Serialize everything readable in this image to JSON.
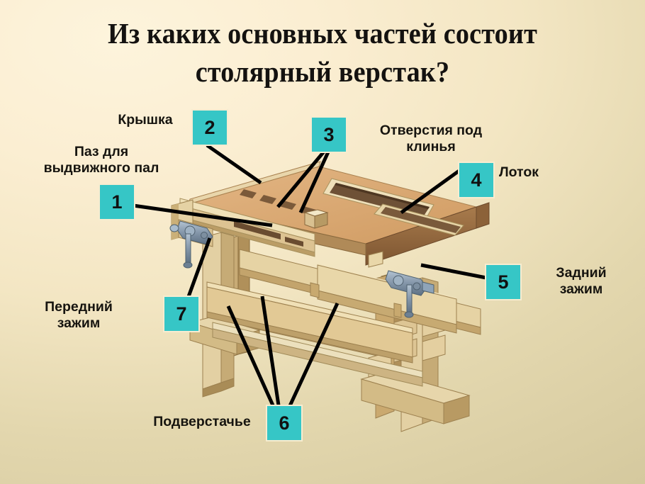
{
  "slide": {
    "title": "Из каких основных частей состоит\nстолярный верстак?",
    "background_top_left": "#fdf4dc",
    "background_bottom_right": "#d3c79c",
    "accent_color": "#36c6c6",
    "text_color": "#16140f"
  },
  "callouts": [
    {
      "number": "1",
      "label": "Паз для выдвижного пал"
    },
    {
      "number": "2",
      "label": "Крышка"
    },
    {
      "number": "3",
      "label": "Отверстия под клинья"
    },
    {
      "number": "4",
      "label": "Лоток"
    },
    {
      "number": "5",
      "label": "Задний зажим"
    },
    {
      "number": "6",
      "label": "Подверстачье"
    },
    {
      "number": "7",
      "label": "Передний зажим"
    }
  ],
  "labels": {
    "kryshka": "Крышка",
    "paz": "Паз для выдвижного пал",
    "otverstiya": "Отверстия под клинья",
    "lotok": "Лоток",
    "zadniy_zazhim": "Задний зажим",
    "peredniy_zazhim": "Передний зажим",
    "podverstachye": "Подверстачье"
  },
  "numbers": {
    "n1": "1",
    "n2": "2",
    "n3": "3",
    "n4": "4",
    "n5": "5",
    "n6": "6",
    "n7": "7"
  },
  "illustration": {
    "name": "carpenter-workbench-isometric",
    "colors": {
      "top_face": "#d8a871",
      "top_face_light": "#e0b785",
      "edge_dark": "#6b4a2e",
      "wood_light": "#e8d5ab",
      "wood_mid": "#d9c08d",
      "wood_shadow": "#b89a63",
      "metal": "#8fa4b8",
      "metal_dark": "#5f7386",
      "tray_inner": "#6e5136"
    }
  }
}
